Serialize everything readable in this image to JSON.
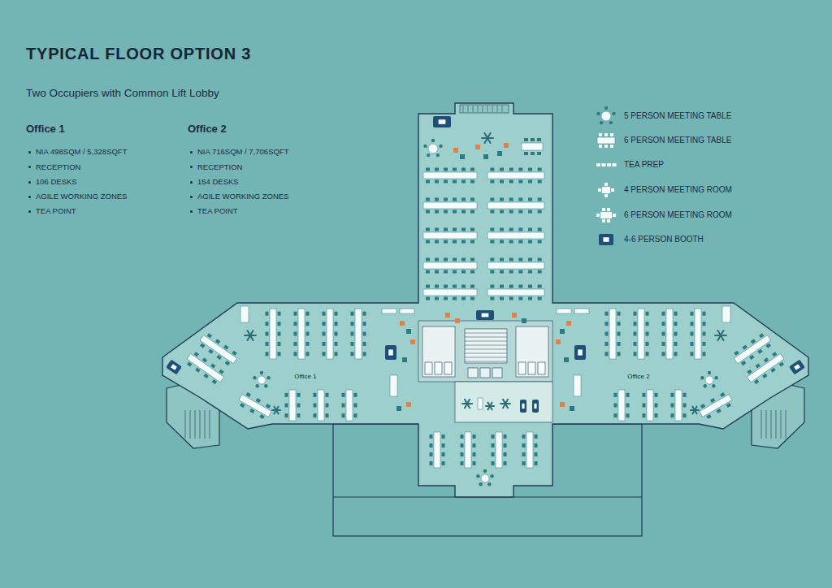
{
  "diagram": {
    "title": "TYPICAL FLOOR OPTION 3",
    "labels": [
      "Two Occupiers with Common Lift Lobby",
      "Office 1",
      "NIA 498SQM / 5,328SQFT",
      "RECEPTION",
      "106 DESKS",
      "AGILE WORKING ZONES",
      "TEA POINT",
      "Office 2",
      "NIA 716SQM / 7,706SQFT",
      "RECEPTION",
      "154 DESKS",
      "AGILE WORKING ZONES",
      "TEA POINT",
      "Office 1",
      "Office 2"
    ],
    "legend": [
      {
        "text": "5 PERSON MEETING TABLE"
      },
      {
        "text": "6 PERSON MEETING TABLE"
      },
      {
        "text": "TEA PREP"
      },
      {
        "text": "4 PERSON MEETING ROOM"
      },
      {
        "text": "6 PERSON MEETING ROOM"
      },
      {
        "text": "4-6 PERSON BOOTH"
      }
    ]
  }
}
